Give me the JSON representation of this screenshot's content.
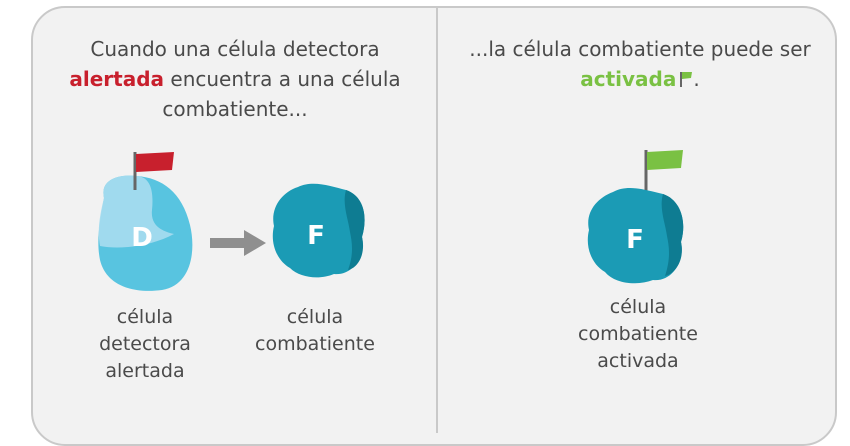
{
  "left_panel": {
    "text_before": "Cuando una célula detectora",
    "highlight": "alertada",
    "text_after": "encuentra a una célula combatiente...",
    "detector_letter": "D",
    "fighter_letter": "F",
    "detector_label": "célula detectora alertada",
    "fighter_label": "célula combatiente"
  },
  "right_panel": {
    "text_before": "...la célula combatiente puede ser",
    "highlight": "activada",
    "text_after": ".",
    "fighter_letter": "F",
    "fighter_label": "célula combatiente activada"
  },
  "colors": {
    "alert_red": "#c8202d",
    "active_green": "#7ac143",
    "detector_blue": "#58c4e0",
    "fighter_teal": "#1b9bb5",
    "fighter_dark": "#0e7c92",
    "arrow_gray": "#8f8f8f"
  },
  "icons": [
    "red-flag-icon",
    "green-flag-icon",
    "arrow-right-icon"
  ]
}
